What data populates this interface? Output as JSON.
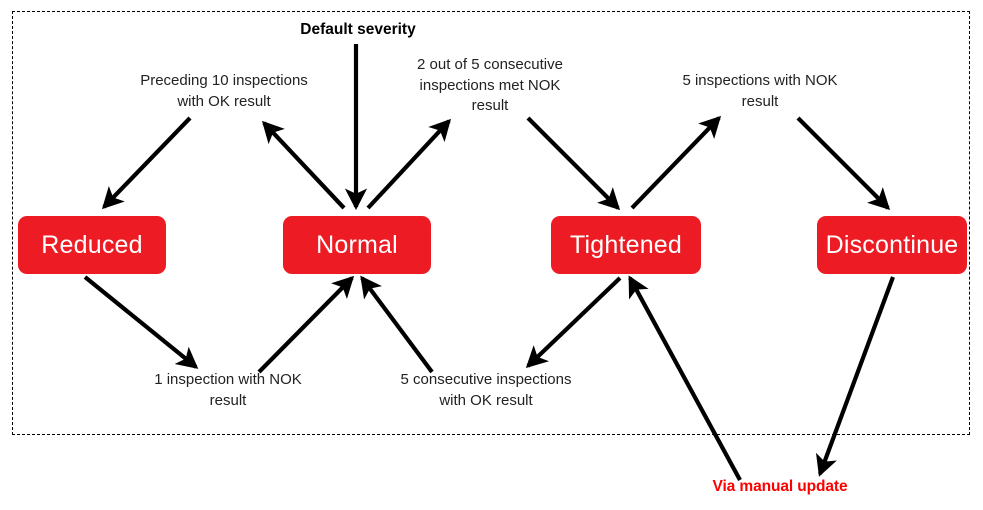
{
  "diagram": {
    "title_label": "Default severity",
    "manual_label": "Via manual update",
    "accent_color": "#ED1C24",
    "manual_color": "#FF0000",
    "frame_style": "dashed"
  },
  "states": [
    {
      "id": "reduced",
      "label": "Reduced"
    },
    {
      "id": "normal",
      "label": "Normal"
    },
    {
      "id": "tightened",
      "label": "Tightened"
    },
    {
      "id": "discontinue",
      "label": "Discontinue"
    }
  ],
  "transitions": [
    {
      "id": "normal-to-reduced",
      "label": "Preceding 10 inspections\nwith OK result",
      "from": "normal",
      "to": "reduced"
    },
    {
      "id": "normal-to-tightened",
      "label": "2 out of 5 consecutive\ninspections met NOK\nresult",
      "from": "normal",
      "to": "tightened"
    },
    {
      "id": "tightened-to-discontinue",
      "label": "5 inspections with NOK\nresult",
      "from": "tightened",
      "to": "discontinue"
    },
    {
      "id": "reduced-to-normal",
      "label": "1 inspection  with NOK\nresult",
      "from": "reduced",
      "to": "normal"
    },
    {
      "id": "tightened-to-normal",
      "label": "5 consecutive  inspections\nwith OK result",
      "from": "tightened",
      "to": "normal"
    },
    {
      "id": "discontinue-to-tightened",
      "label": "Via manual update",
      "from": "discontinue",
      "to": "tightened"
    }
  ]
}
